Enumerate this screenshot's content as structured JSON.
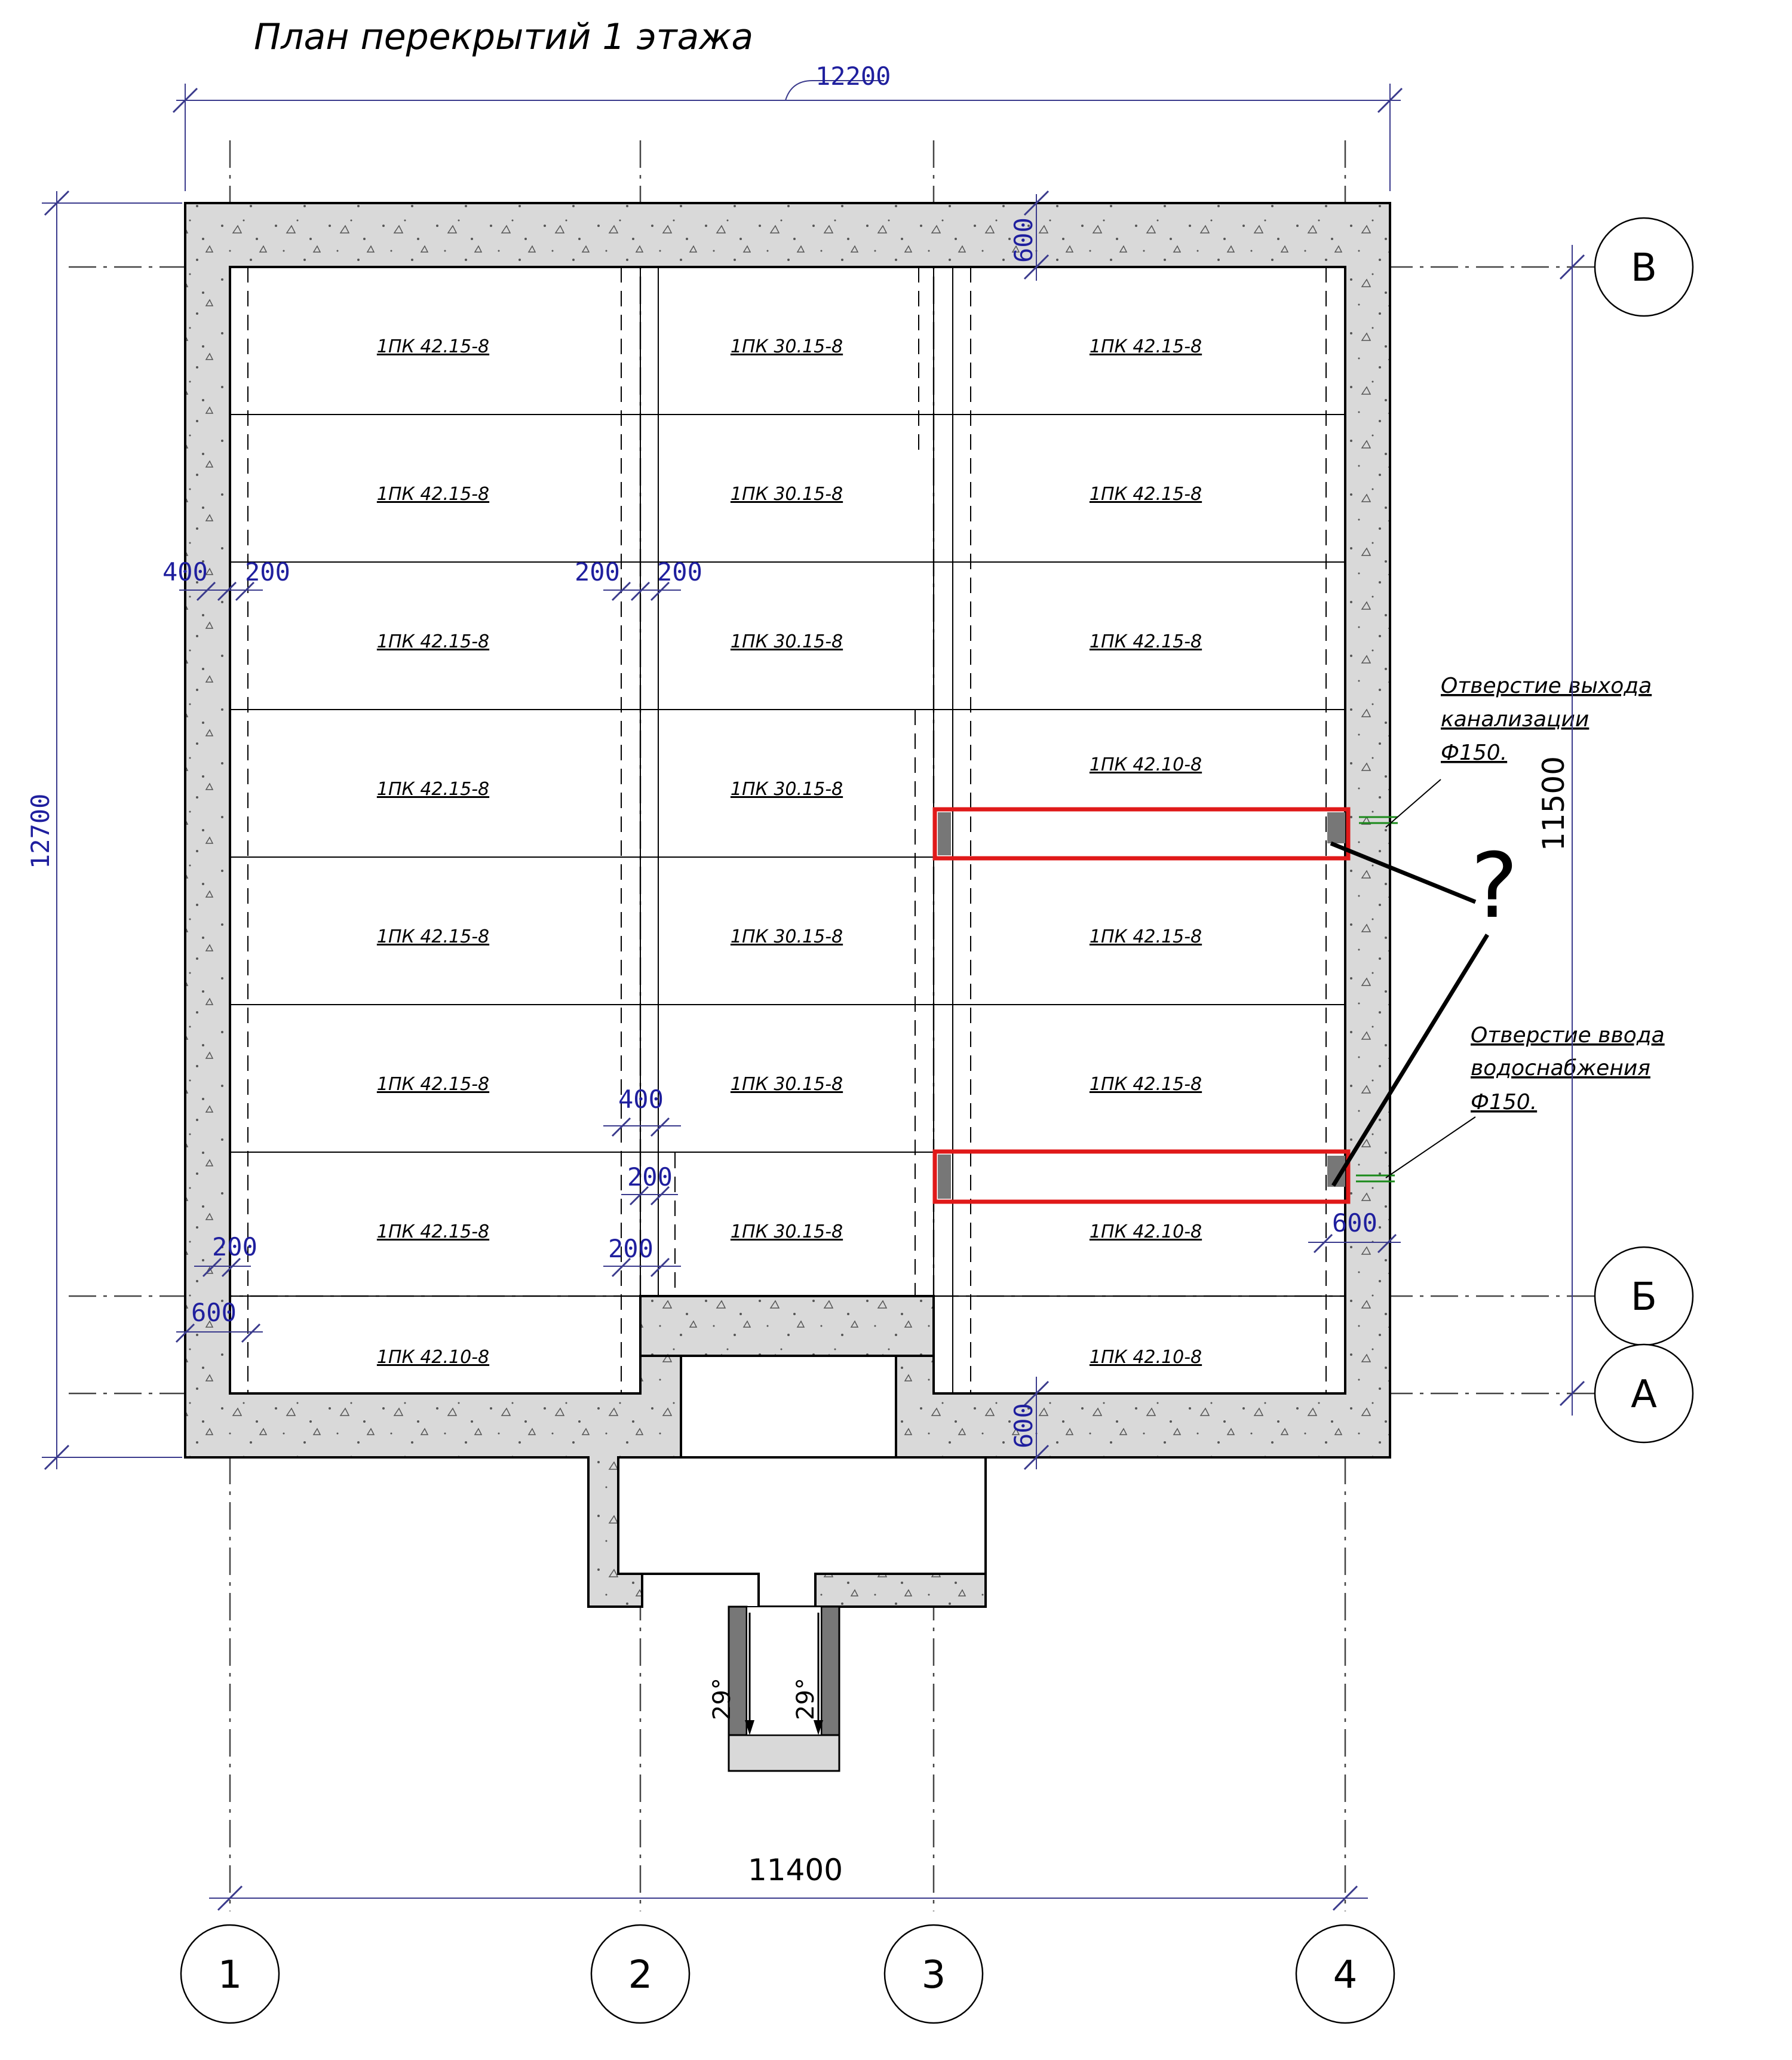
{
  "title": "План перекрытий 1 этажа",
  "grid": {
    "columns": [
      "1",
      "2",
      "3",
      "4"
    ],
    "rows": [
      "В",
      "Б",
      "А"
    ]
  },
  "dimensions": {
    "overall_width": "12200",
    "overall_height": "12700",
    "axis_width": "11400",
    "axis_height": "11500",
    "d400_left": "400",
    "d200_left": "200",
    "d200_mid_a": "200",
    "d200_mid_b": "200",
    "d600_top": "600",
    "d400_lower": "400",
    "d200_lower_a": "200",
    "d200_lower_b": "200",
    "d200_lower_left": "200",
    "d600_lower_left": "600",
    "d600_right": "600",
    "d600_bottom": "600"
  },
  "slabs": {
    "left": [
      "1ПК 42.15-8",
      "1ПК 42.15-8",
      "1ПК 42.15-8",
      "1ПК 42.15-8",
      "1ПК 42.15-8",
      "1ПК 42.15-8",
      "1ПК 42.15-8",
      "1ПК 42.10-8"
    ],
    "middle": [
      "1ПК 30.15-8",
      "1ПК 30.15-8",
      "1ПК 30.15-8",
      "1ПК 30.15-8",
      "1ПК 30.15-8",
      "1ПК 30.15-8",
      "1ПК 30.15-8"
    ],
    "right": [
      "1ПК 42.15-8",
      "1ПК 42.15-8",
      "1ПК 42.15-8",
      "1ПК 42.10-8",
      "1ПК 42.15-8",
      "1ПК 42.15-8",
      "1ПК 42.10-8",
      "1ПК 42.10-8"
    ]
  },
  "notes": {
    "sewer": [
      "Отверстие выхода",
      "канализации",
      "Ф150."
    ],
    "water": [
      "Отверстие ввода",
      "водоснабжения",
      "Ф150."
    ]
  },
  "question_mark": "?",
  "stair_angle_left": "29°",
  "stair_angle_right": "29°",
  "colors": {
    "highlight": "#e01919",
    "dimension": "#1f1f9e",
    "wall_fill": "#d9d9d9"
  }
}
